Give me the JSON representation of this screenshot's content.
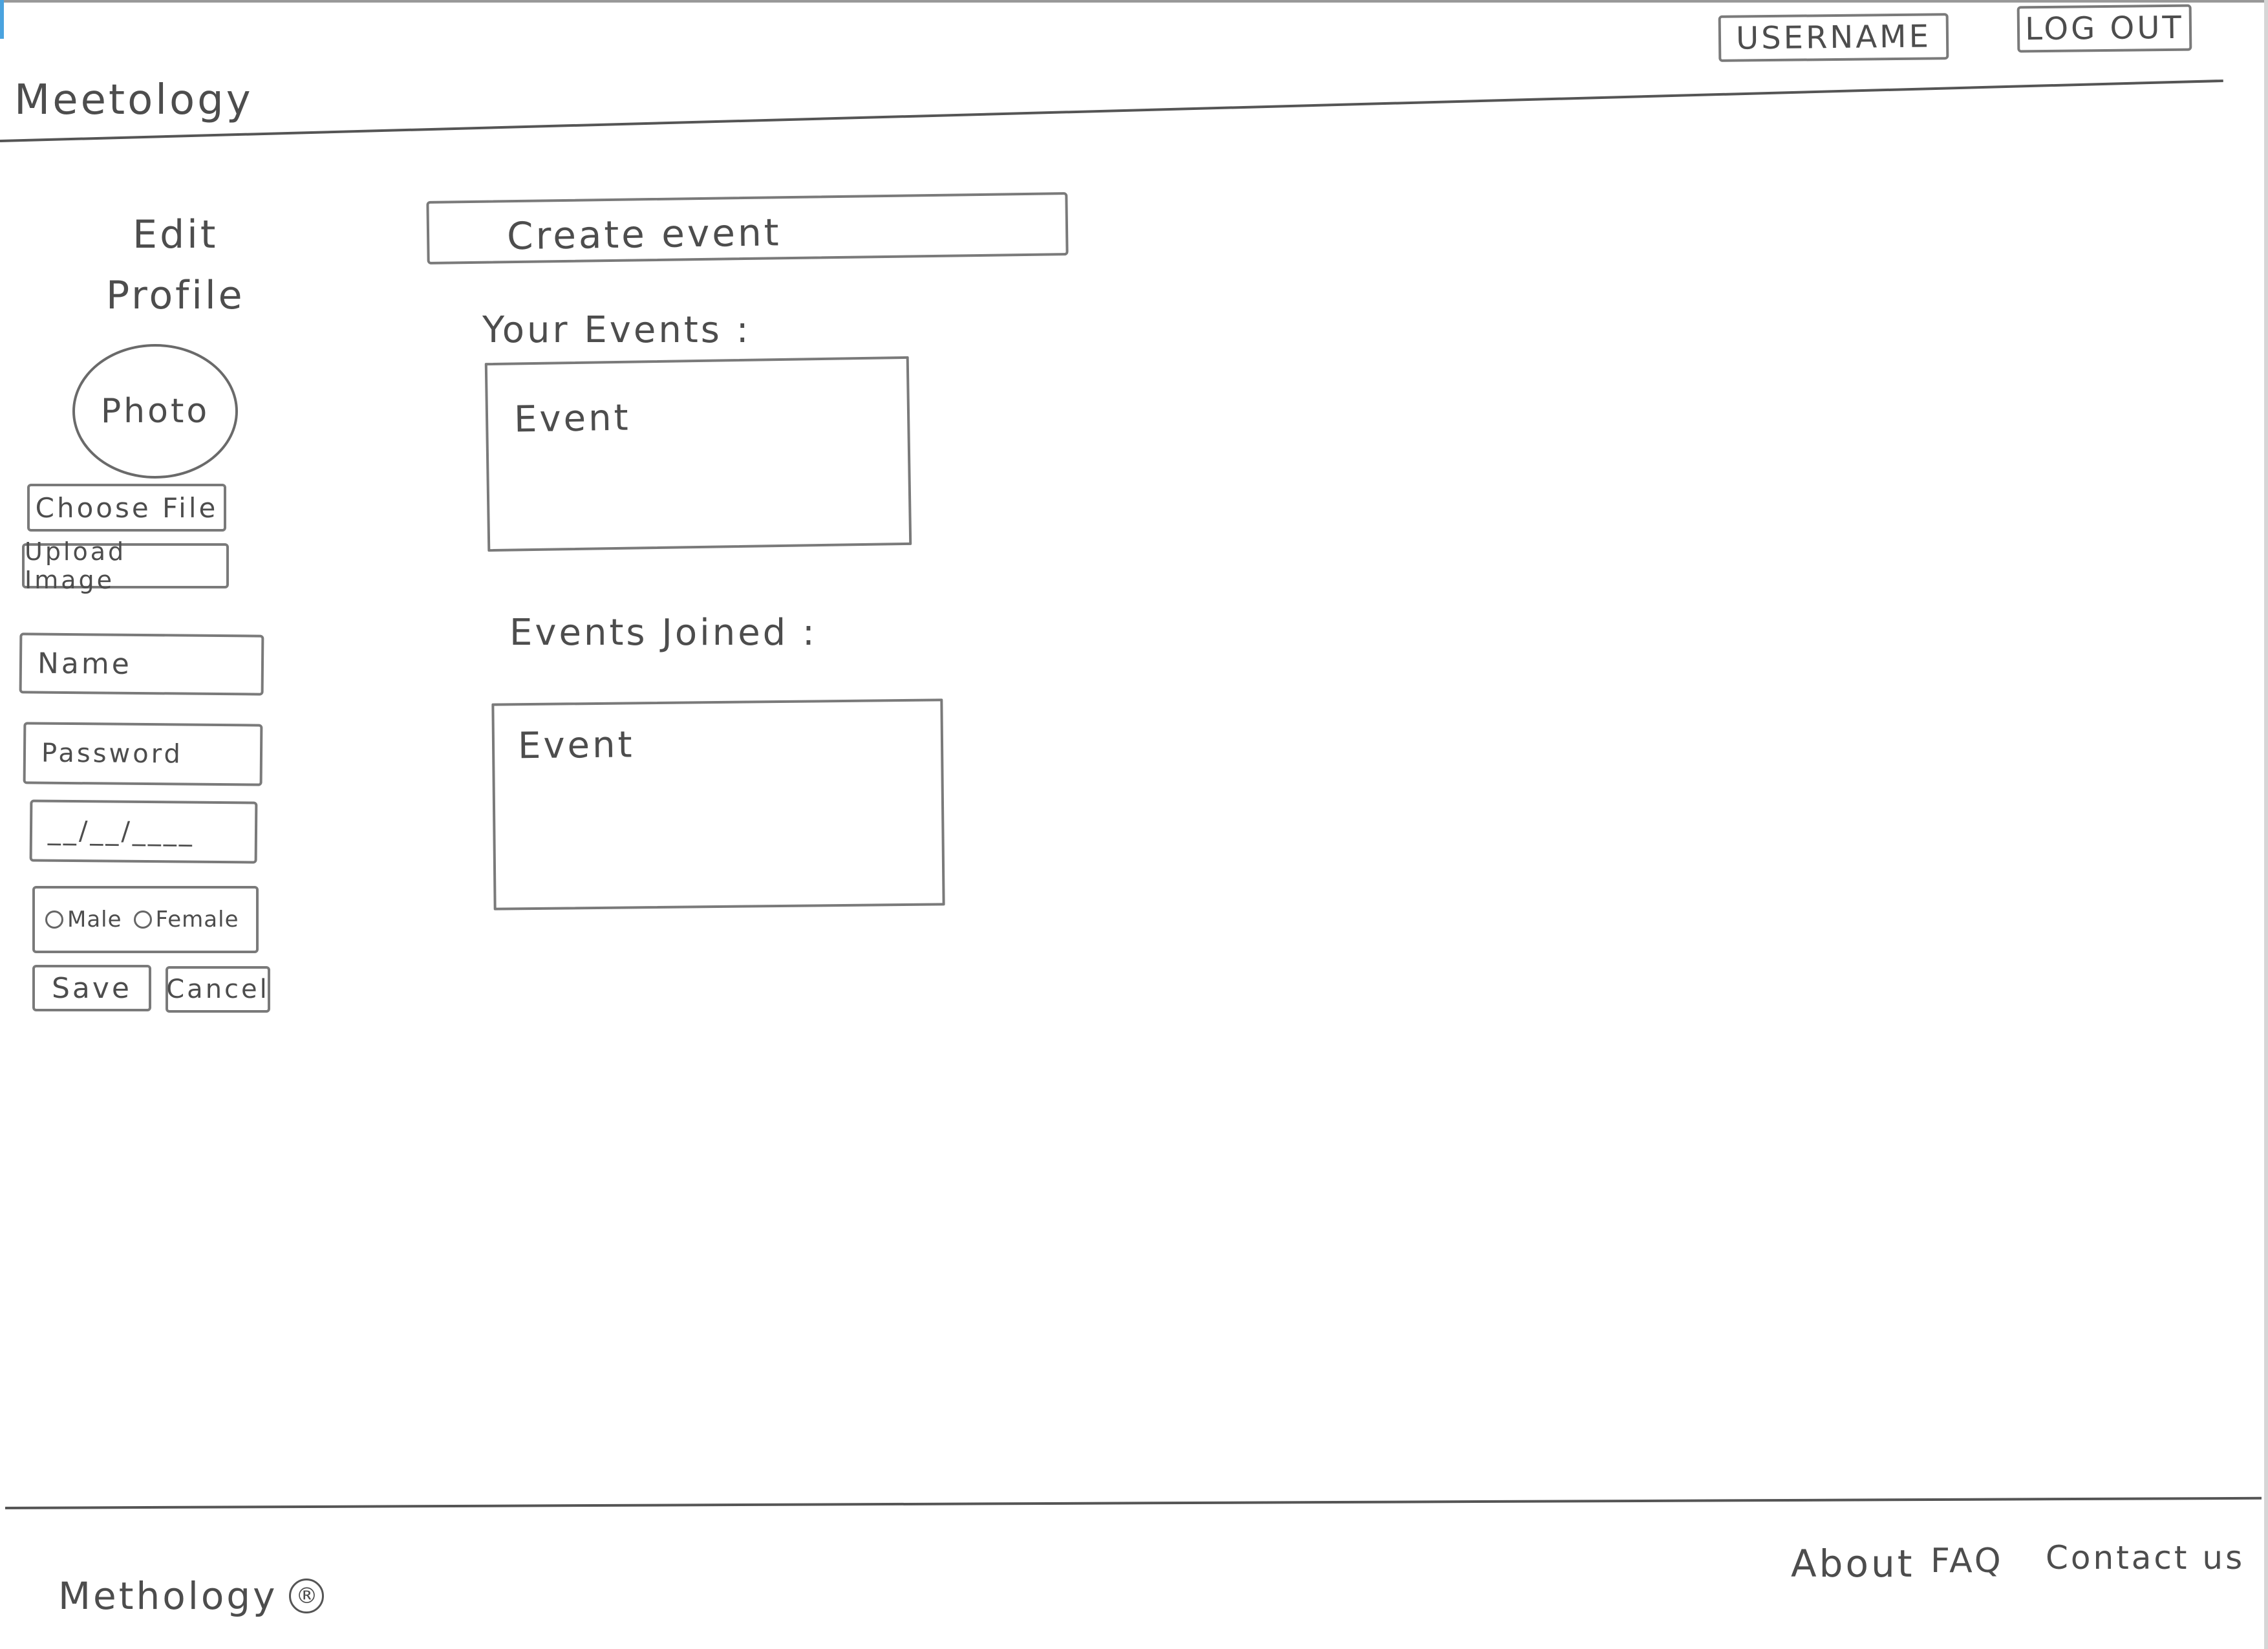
{
  "header": {
    "logo": "Meetology",
    "username_button": "USERNAME",
    "logout_button": "LOG OUT"
  },
  "sidebar": {
    "title_line1": "Edit",
    "title_line2": "Profile",
    "photo_label": "Photo",
    "choose_file_button": "Choose File",
    "upload_image_button": "Upload Image",
    "name_field": "Name",
    "password_field": "Password",
    "date_field": "__/__/____",
    "gender_male": "Male",
    "gender_female": "Female",
    "save_button": "Save",
    "cancel_button": "Cancel"
  },
  "main": {
    "create_event_button": "Create event",
    "your_events_heading": "Your Events :",
    "your_events_item": "Event",
    "events_joined_heading": "Events Joined :",
    "events_joined_item": "Event"
  },
  "footer": {
    "logo": "Methology",
    "registered_symbol": "®",
    "links": [
      "About",
      "FAQ",
      "Contact us"
    ]
  },
  "colors": {
    "line": "#555555",
    "border": "#7a7a7a",
    "text": "#4d4d4d",
    "background": "#ffffff"
  }
}
